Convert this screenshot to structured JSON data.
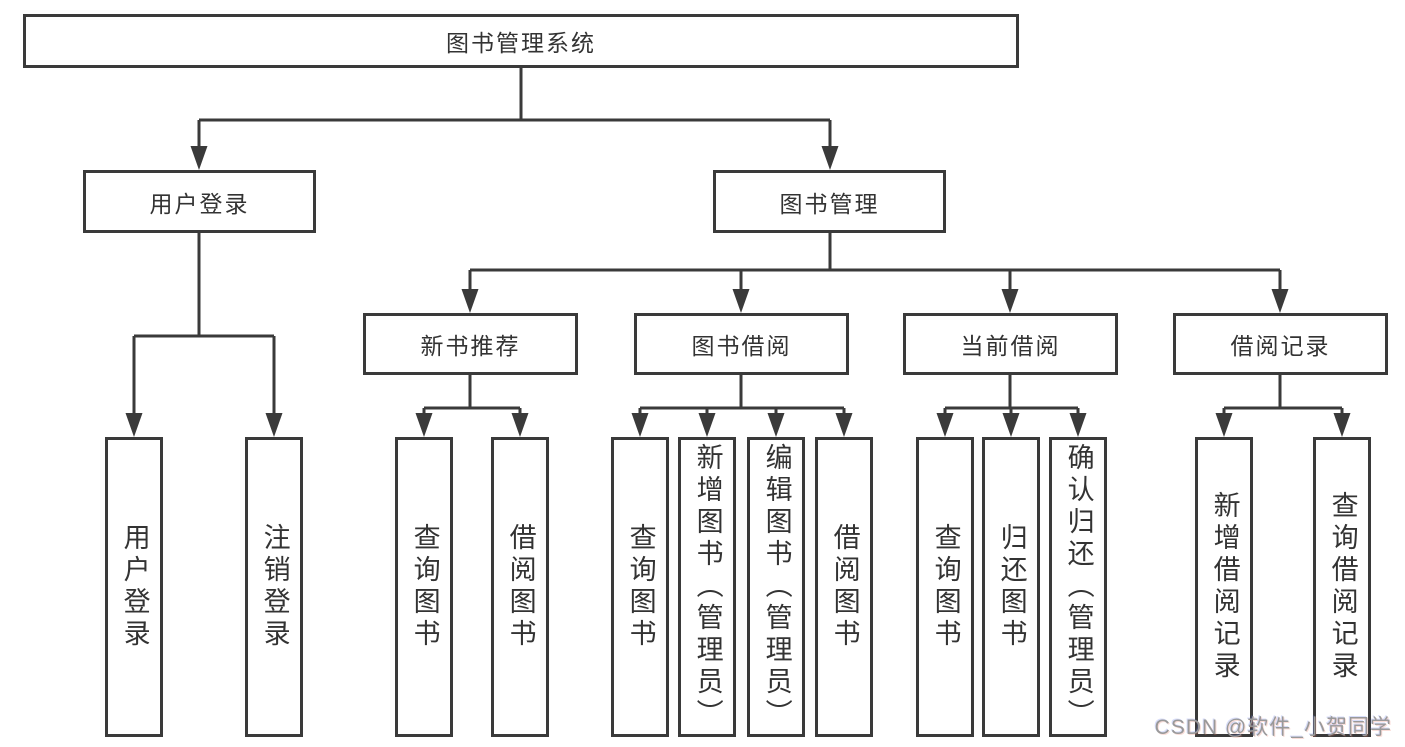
{
  "diagram": {
    "tree": {
      "label": "图书管理系统",
      "children": [
        {
          "label": "用户登录",
          "children": [
            {
              "label": "用户登录"
            },
            {
              "label": "注销登录"
            }
          ]
        },
        {
          "label": "图书管理",
          "children": [
            {
              "label": "新书推荐",
              "children": [
                {
                  "label": "查询图书"
                },
                {
                  "label": "借阅图书"
                }
              ]
            },
            {
              "label": "图书借阅",
              "children": [
                {
                  "label": "查询图书"
                },
                {
                  "label": "新增图书（管理员）"
                },
                {
                  "label": "编辑图书（管理员）"
                },
                {
                  "label": "借阅图书"
                }
              ]
            },
            {
              "label": "当前借阅",
              "children": [
                {
                  "label": "查询图书"
                },
                {
                  "label": "归还图书"
                },
                {
                  "label": "确认归还（管理员）"
                }
              ]
            },
            {
              "label": "借阅记录",
              "children": [
                {
                  "label": "新增借阅记录"
                },
                {
                  "label": "查询借阅记录"
                }
              ]
            }
          ]
        }
      ]
    },
    "colors": {
      "line": "#3a3a3a",
      "text": "#333333",
      "background": "#ffffff",
      "watermark": "#999999"
    }
  },
  "watermark": {
    "text": "CSDN @软件_小贺同学"
  }
}
